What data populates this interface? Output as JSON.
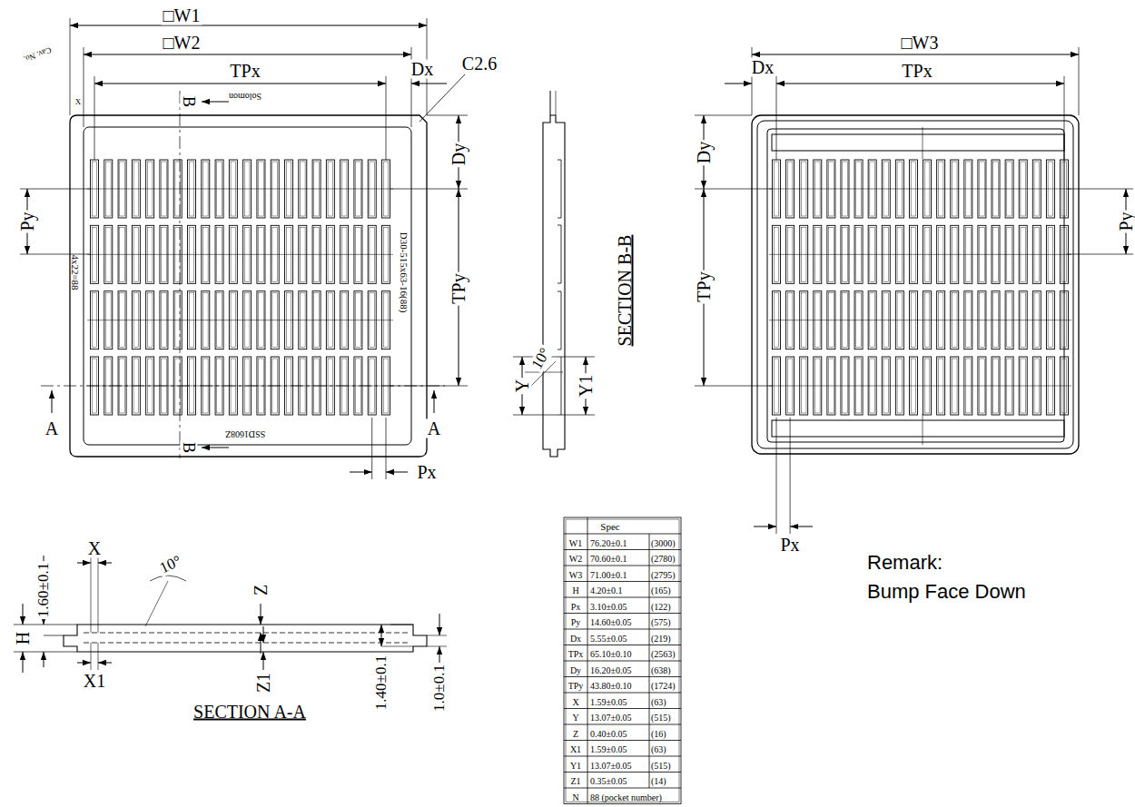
{
  "diagram": {
    "labels": [
      "□W1",
      "□W2",
      "TPx",
      "Dx",
      "C2.6",
      "Cav. No.",
      "X",
      "B",
      "Solomon",
      "Dy",
      "Py",
      "TPy",
      "D30-515x63-16(88)",
      "4x22=88",
      "A",
      "A",
      "SSD1608Z",
      "B",
      "Px",
      "10°",
      "SECTION B-B",
      "Y",
      "Y1",
      "□W3",
      "Dx",
      "TPx",
      "Dy",
      "TPy",
      "Py",
      "Px",
      "Remark:",
      "Bump Face Down",
      "1.60±0.1",
      "X",
      "10°",
      "Z",
      "H",
      "X1",
      "Z1",
      "1.40±0.1",
      "1.0±0.1",
      "SECTION A-A",
      "Spec",
      "W1",
      "76.20±0.1",
      "(3000)",
      "W2",
      "70.60±0.1",
      "(2780)",
      "W3",
      "71.00±0.1",
      "(2795)",
      "H",
      "4.20±0.1",
      "(165)",
      "Px",
      "3.10±0.05",
      "(122)",
      "Py",
      "14.60±0.05",
      "(575)",
      "Dx",
      "5.55±0.05",
      "(219)",
      "TPx",
      "65.10±0.10",
      "(2563)",
      "Dy",
      "16.20±0.05",
      "(638)",
      "TPy",
      "43.80±0.10",
      "(1724)",
      "X",
      "1.59±0.05",
      "(63)",
      "Y",
      "13.07±0.05",
      "(515)",
      "Z",
      "0.40±0.05",
      "(16)",
      "X1",
      "1.59±0.05",
      "(63)",
      "Y1",
      "13.07±0.05",
      "(515)",
      "Z1",
      "0.35±0.05",
      "(14)",
      "N",
      "88 (pocket number)"
    ]
  }
}
